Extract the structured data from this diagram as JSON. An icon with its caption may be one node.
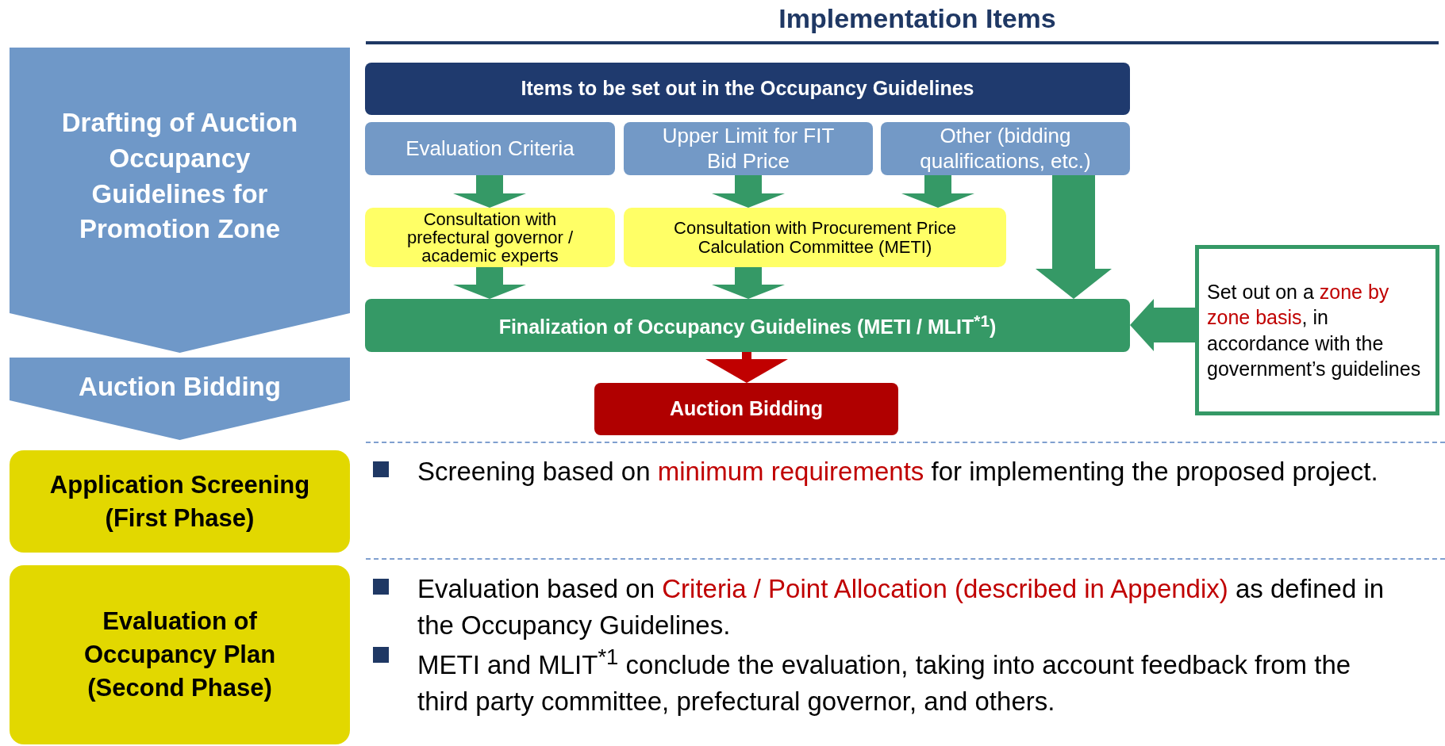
{
  "diagram": {
    "title": "Implementation Items",
    "nodes": [
      {
        "text": [
          "Drafting of Auction Occupancy Guidelines for Promotion Zone"
        ]
      },
      {
        "text": [
          "Auction Bidding"
        ]
      },
      {
        "text": [
          "Application Screening (First Phase)"
        ]
      },
      {
        "text": [
          "Evaluation of Occupancy Plan (Second Phase)"
        ]
      },
      {
        "text": [
          "Items to be set out in the Occupancy Guidelines"
        ]
      },
      {
        "text": [
          "Evaluation Criteria"
        ]
      },
      {
        "text": [
          "Upper Limit for FIT Bid Price"
        ]
      },
      {
        "text": [
          "Other (bidding qualifications, etc.)"
        ]
      },
      {
        "text": [
          "Consultation with prefectural governor / academic experts"
        ]
      },
      {
        "text": [
          "Consultation with Procurement Price Calculation Committee (METI)"
        ]
      },
      {
        "text": [
          "Finalization of Occupancy Guidelines (METI / MLIT$^{*1}$)"
        ]
      },
      {
        "text": [
          "Auction Bidding"
        ]
      },
      {
        "text": [
          "Set out on a *zone by zone basis*, in accordance with the government’s guidelines"
        ]
      }
    ],
    "edges": [
      {
        "from": 5,
        "to": 8,
        "arrow": "to"
      },
      {
        "from": 6,
        "to": 9,
        "arrow": "to"
      },
      {
        "from": 7,
        "to": 9,
        "arrow": "to"
      },
      {
        "from": 7,
        "to": 10,
        "arrow": "to"
      },
      {
        "from": 8,
        "to": 10,
        "arrow": "to"
      },
      {
        "from": 9,
        "to": 10,
        "arrow": "to"
      },
      {
        "from": 12,
        "to": 10,
        "arrow": "to"
      },
      {
        "from": 10,
        "to": 11,
        "arrow": "to",
        "color": "#c00000"
      }
    ],
    "labels": [
      "Screening based on *minimum requirements* for implementing the proposed project.",
      "Evaluation based on *Criteria / Point Allocation (described in Appendix)* as defined in the Occupancy Guidelines.",
      "METI and MLIT$^{*1}$ conclude the evaluation, taking into account feedback from the third party committee, prefectural governor, and others."
    ]
  }
}
